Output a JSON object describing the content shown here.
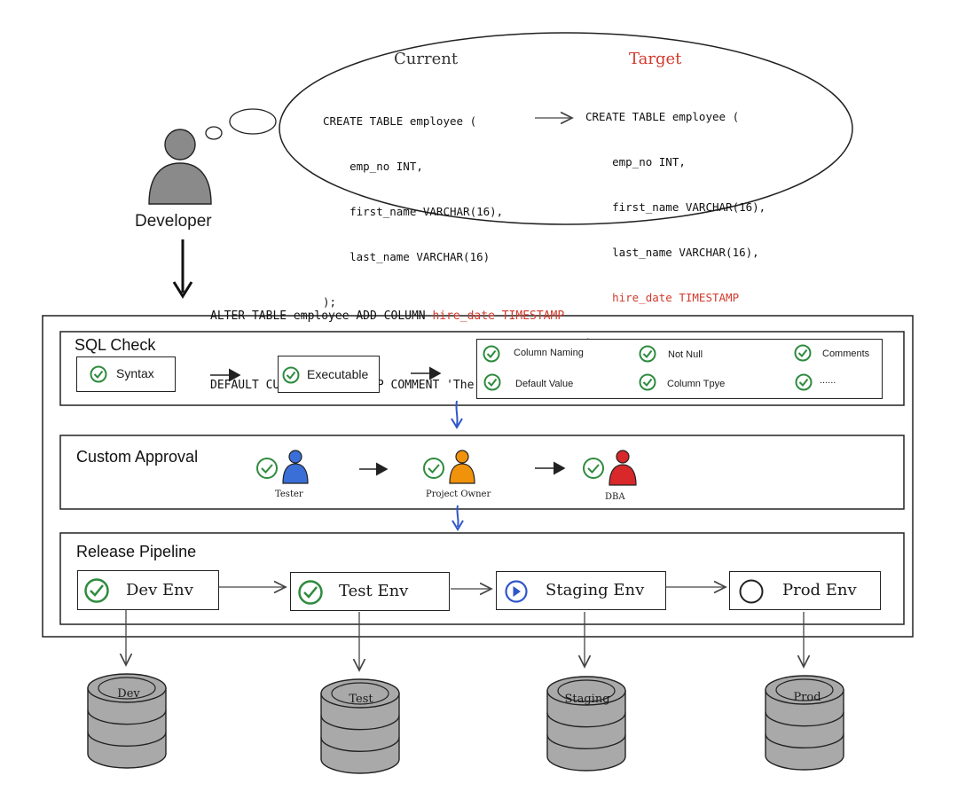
{
  "bubble": {
    "current_title": "Current",
    "target_title": "Target",
    "current_code": [
      "CREATE TABLE employee (",
      "    emp_no INT,",
      "    first_name VARCHAR(16),",
      "    last_name VARCHAR(16)",
      ");"
    ],
    "target_code": [
      "CREATE TABLE employee (",
      "    emp_no INT,",
      "    first_name VARCHAR(16),",
      "    last_name VARCHAR(16),"
    ],
    "target_added_line": "    hire_date TIMESTAMP",
    "target_close": ");"
  },
  "developer": {
    "label": "Developer"
  },
  "alter": {
    "line1_prefix": "ALTER TABLE employee ADD COLUMN ",
    "line1_highlight": "hire_date TIMESTAMP",
    "line2": "DEFAULT CURRENT_TIMESTAMP COMMENT 'The date when the employee was hired';"
  },
  "sql_check": {
    "title": "SQL Check",
    "steps": [
      "Syntax",
      "Executable"
    ],
    "rules": [
      "Column Naming",
      "Not Null",
      "Comments",
      "Default Value",
      "Column Tpye",
      "......"
    ]
  },
  "approval": {
    "title": "Custom Approval",
    "roles": [
      {
        "name": "Tester",
        "color": "#3a6fd8"
      },
      {
        "name": "Project Owner",
        "color": "#f0920c"
      },
      {
        "name": "DBA",
        "color": "#d8282a"
      }
    ]
  },
  "pipeline": {
    "title": "Release Pipeline",
    "envs": [
      {
        "name": "Dev Env",
        "status": "done"
      },
      {
        "name": "Test Env",
        "status": "done"
      },
      {
        "name": "Staging Env",
        "status": "running"
      },
      {
        "name": "Prod Env",
        "status": "pending"
      }
    ]
  },
  "databases": [
    "Dev",
    "Test",
    "Staging",
    "Prod"
  ],
  "colors": {
    "check_green": "#2e8b3e",
    "play_blue": "#2f56c9",
    "flow_blue": "#2f56c9",
    "highlight_red": "#d23a2c"
  }
}
